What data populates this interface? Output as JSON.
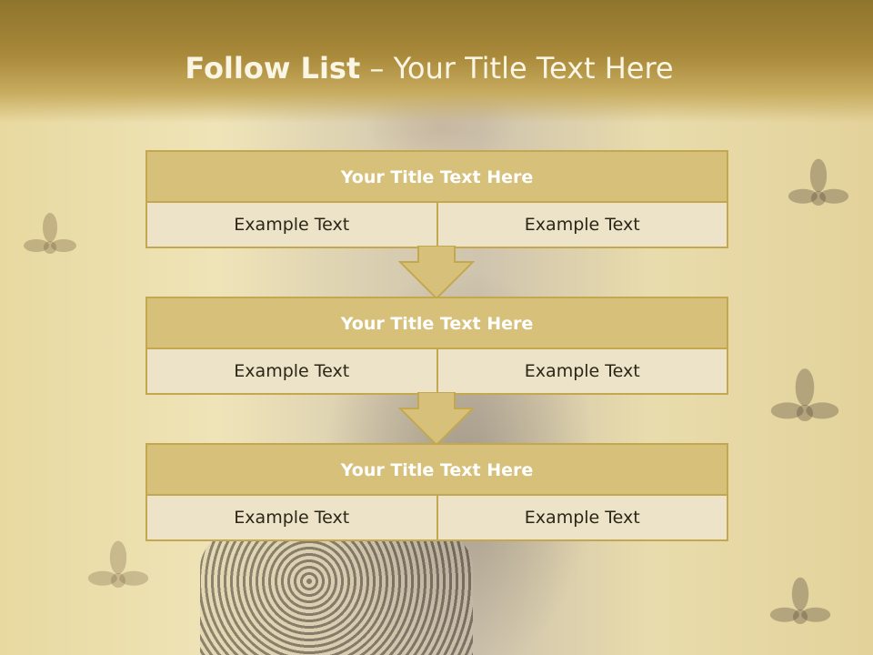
{
  "slide": {
    "title_bold": "Follow List",
    "title_rest": " – Your Title Text Here"
  },
  "blocks": [
    {
      "heading": "Your Title Text Here",
      "cells": [
        "Example Text",
        "Example Text"
      ]
    },
    {
      "heading": "Your Title Text Here",
      "cells": [
        "Example Text",
        "Example Text"
      ]
    },
    {
      "heading": "Your Title Text Here",
      "cells": [
        "Example Text",
        "Example Text"
      ]
    }
  ],
  "colors": {
    "title_bar": "#a9893a",
    "block_header": "#d7c17a",
    "block_cell": "#ede3c8",
    "border": "#c4a84f"
  }
}
